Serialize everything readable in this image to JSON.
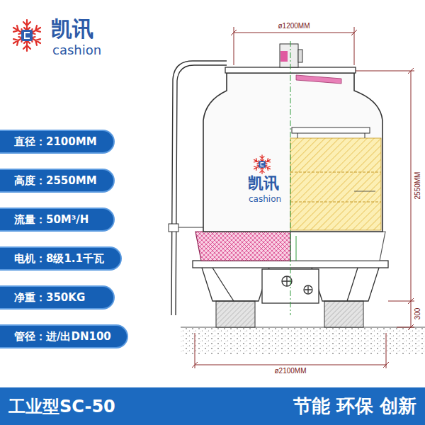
{
  "diagram": {
    "nodes": [
      {
        "text": [
          "直径：2100MM"
        ]
      },
      {
        "text": [
          "高度：2550MM"
        ]
      },
      {
        "text": [
          "流量：50M³/H"
        ]
      },
      {
        "text": [
          "电机：8级1.1千瓦"
        ]
      },
      {
        "text": [
          "净重：350KG"
        ]
      },
      {
        "text": [
          "管径：进/出DN100"
        ]
      },
      {
        "text": [
          "工业型SC-50",
          "节能 环保 创新"
        ]
      }
    ],
    "labels": [
      "凯讯",
      "cashion",
      "ø1200MM",
      "2550MM",
      "300",
      "ø2100MM",
      "凯讯",
      "cashion"
    ]
  }
}
